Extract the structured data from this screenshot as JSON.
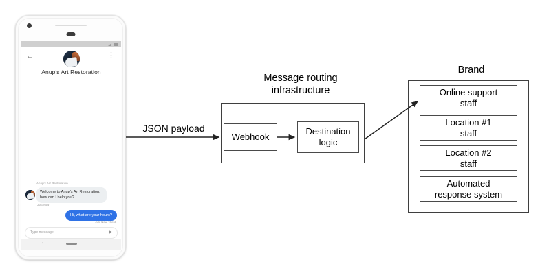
{
  "phone": {
    "status_bar": {
      "signal_icon": "signal-icon",
      "battery_icon": "battery-icon"
    },
    "header": {
      "back_icon": "back-arrow-icon",
      "overflow_icon": "overflow-menu-icon",
      "avatar_icon": "brand-avatar-image",
      "title": "Anup's Art Restoration"
    },
    "chat": {
      "sender_label": "Anup's Art Restoration",
      "incoming_message": "Welcome to Anup's Art Restoration, how can I help you?",
      "incoming_time": "Just Now",
      "outgoing_message": "Hi, what are your hours?",
      "outgoing_time": "Just Now • Sent",
      "agent_avatar_icon": "agent-avatar-image"
    },
    "composer": {
      "placeholder": "Type message",
      "send_icon": "send-icon"
    },
    "nav_bar": {
      "back_icon": "nav-back-icon",
      "home_icon": "nav-home-indicator"
    }
  },
  "diagram": {
    "json_payload_label": "JSON payload",
    "infrastructure": {
      "title_line1": "Message routing",
      "title_line2": "infrastructure",
      "webhook_label": "Webhook",
      "destination_line1": "Destination",
      "destination_line2": "logic"
    },
    "brand": {
      "title": "Brand",
      "items": [
        {
          "line1": "Online support",
          "line2": "staff"
        },
        {
          "line1": "Location #1",
          "line2": "staff"
        },
        {
          "line1": "Location #2",
          "line2": "staff"
        },
        {
          "line1": "Automated",
          "line2": "response system"
        }
      ]
    }
  },
  "colors": {
    "outgoing_bubble": "#2f72e6",
    "incoming_bubble": "#eceff1",
    "stroke": "#3f3f3f",
    "background": "#ffffff"
  }
}
